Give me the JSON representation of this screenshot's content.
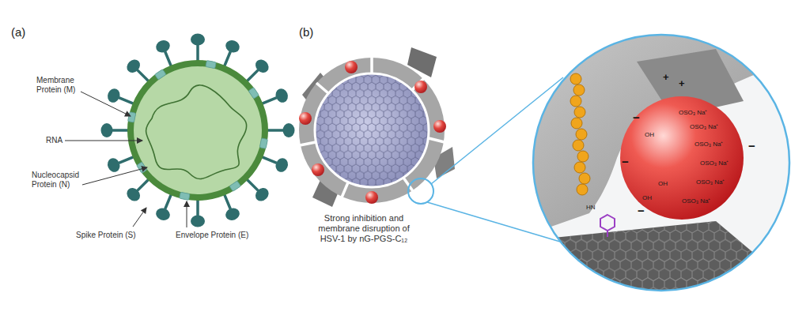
{
  "diagram": {
    "labels": [
      "(a)",
      "Membrane Protein (M)",
      "RNA",
      "Nucleocapsid Protein (N)",
      "Spike Protein (S)",
      "Envelope Protein (E)",
      "(b)",
      "Strong inhibition and membrane disruption of HSV-1 by nG-PGS-C₁₂",
      "+",
      "+",
      "−",
      "−",
      "−",
      "−",
      "OSO₃ Na⁺",
      "OSO₃ Na⁺",
      "OSO₃ Na⁺",
      "OSO₃ Na⁺",
      "OSO₃ Na⁺",
      "OSO₃ Na⁺",
      "OH",
      "OH",
      "OH",
      "HN"
    ]
  }
}
